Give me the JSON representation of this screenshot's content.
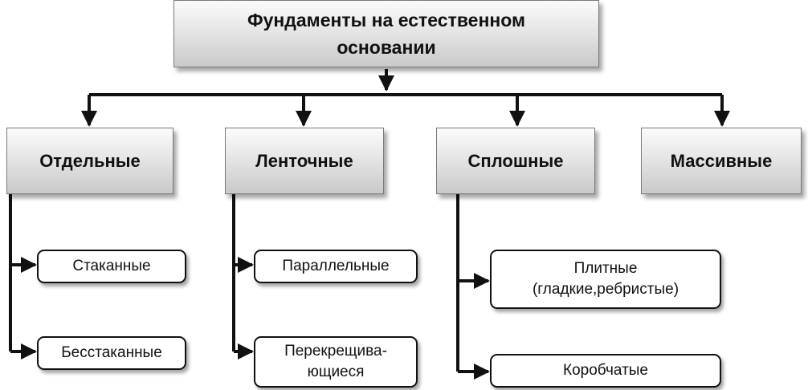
{
  "diagram": {
    "root": {
      "line1": "Фундаменты на естественном",
      "line2": "основании"
    },
    "categories": [
      {
        "label": "Отдельные",
        "children": [
          {
            "label": "Стаканные"
          },
          {
            "label": "Бесстаканные"
          }
        ]
      },
      {
        "label": "Ленточные",
        "children": [
          {
            "label": "Параллельные"
          },
          {
            "line1": "Перекрещива-",
            "line2": "ющиеся"
          }
        ]
      },
      {
        "label": "Сплошные",
        "children": [
          {
            "line1": "Плитные",
            "line2": "(гладкие,ребристые)"
          },
          {
            "label": "Коробчатые"
          }
        ]
      },
      {
        "label": "Массивные",
        "children": []
      }
    ],
    "colors": {
      "connector": "#111111",
      "box_border": "#7a7a7a",
      "box_gradient_top": "#fbfbfb",
      "box_gradient_bottom": "#c9c9c9"
    }
  }
}
